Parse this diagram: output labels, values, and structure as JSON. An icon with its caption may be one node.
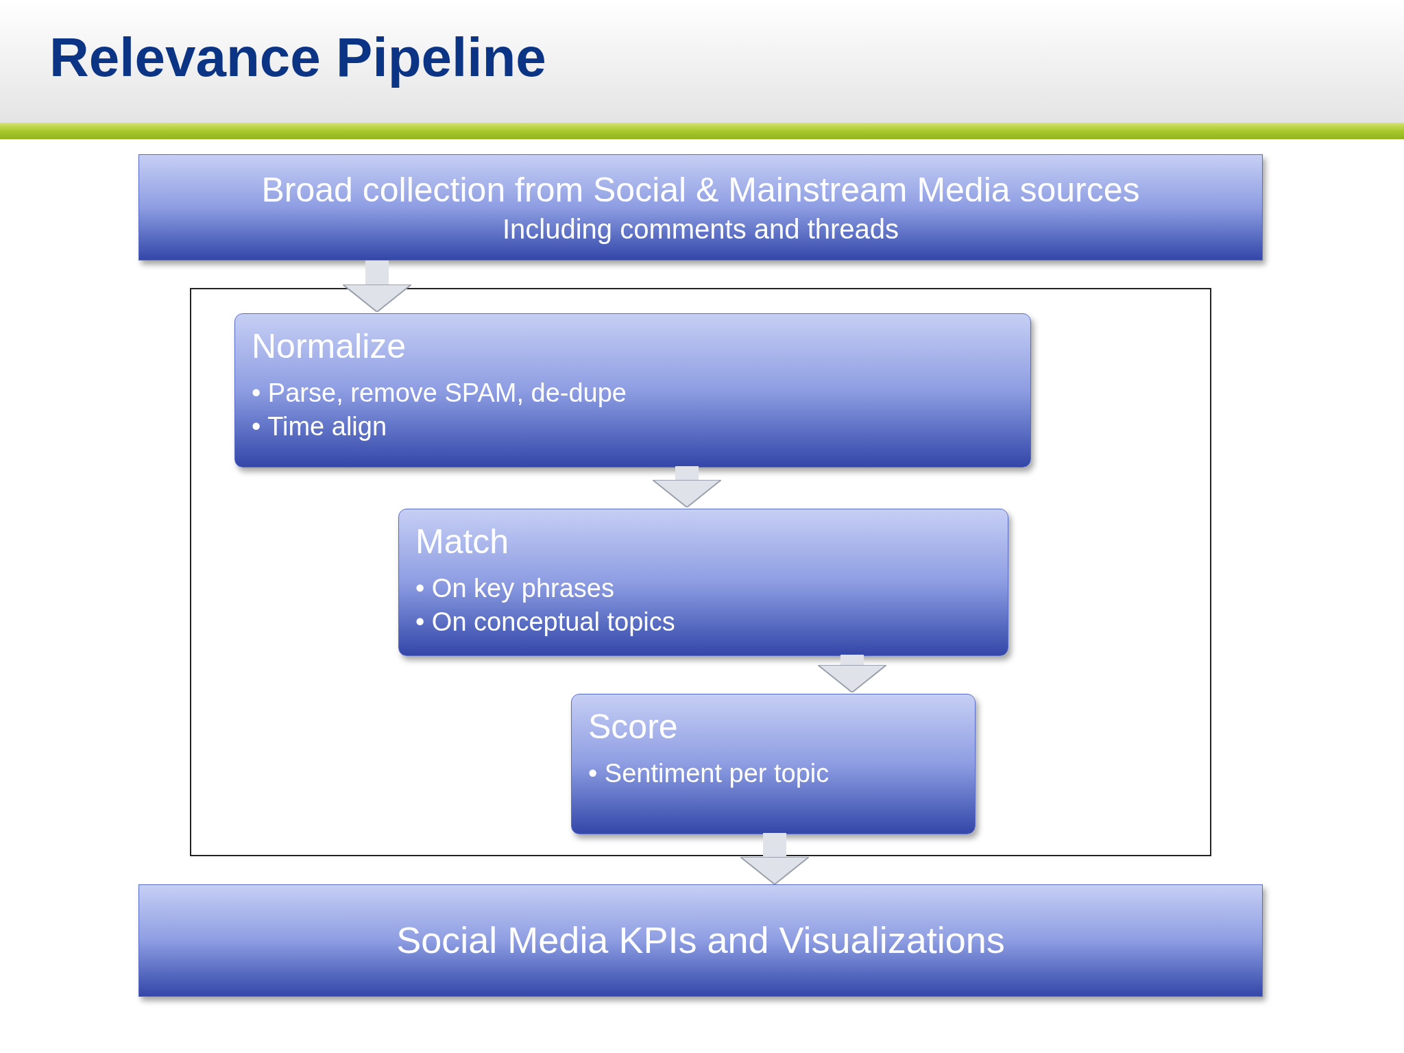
{
  "diagram": {
    "title": "Relevance Pipeline",
    "nodes": [
      {
        "text": [
          "Broad collection from Social & Mainstream Media sources",
          "Including comments and threads"
        ]
      },
      {
        "text": [],
        "shape": "box"
      },
      {
        "text": [
          "Normalize",
          "• Parse, remove SPAM, de-dupe",
          "• Time align"
        ],
        "in": 1
      },
      {
        "text": [
          "Match",
          "• On key phrases",
          "• On conceptual topics"
        ],
        "in": 1
      },
      {
        "text": [
          "Score",
          "• Sentiment per topic"
        ],
        "in": 1
      },
      {
        "text": [
          "Social Media KPIs and Visualizations"
        ]
      }
    ],
    "edges": [
      {
        "from": 0,
        "to": 2,
        "arrow": "to"
      },
      {
        "from": 2,
        "to": 3,
        "arrow": "to"
      },
      {
        "from": 3,
        "to": 4,
        "arrow": "to"
      },
      {
        "from": 4,
        "to": 5,
        "arrow": "to"
      }
    ]
  }
}
